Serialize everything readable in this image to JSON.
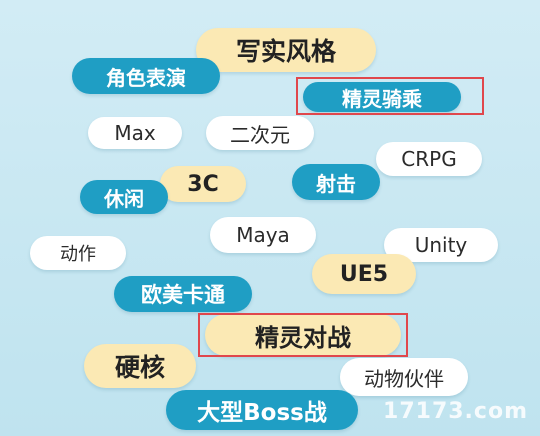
{
  "tags": {
    "realistic": "写实风格",
    "roleplay": "角色表演",
    "spirit_riding": "精灵骑乘",
    "max": "Max",
    "anime": "二次元",
    "crpg": "CRPG",
    "three_c": "3C",
    "shooter": "射击",
    "casual": "休闲",
    "animation": "动作",
    "maya": "Maya",
    "unity": "Unity",
    "ue5": "UE5",
    "western_cartoon": "欧美卡通",
    "spirit_battle": "精灵对战",
    "hardcore": "硬核",
    "pet_companion": "动物伙伴",
    "boss_battle": "大型Boss战"
  },
  "watermark": "17173.com",
  "colors": {
    "blue_tag": "#1f9ec4",
    "white_tag": "#ffffff",
    "yellow_tag": "#fbe9b4",
    "highlight_border": "#e0474c"
  }
}
